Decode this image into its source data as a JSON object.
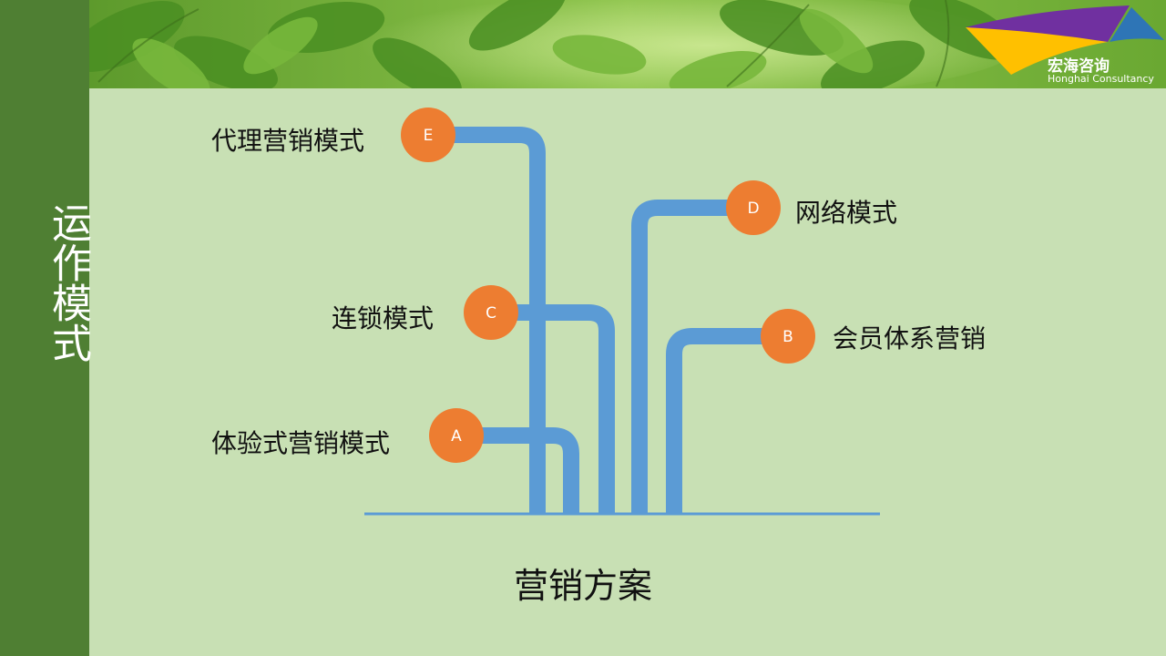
{
  "sidebar": {
    "title": "运作模式"
  },
  "logo": {
    "name": "宏海咨询",
    "tagline": "Honghai Consultancy"
  },
  "diagram": {
    "base_label": "营销方案",
    "branches": [
      {
        "letter": "E",
        "label": "代理营销模式"
      },
      {
        "letter": "D",
        "label": "网络模式"
      },
      {
        "letter": "C",
        "label": "连锁模式"
      },
      {
        "letter": "B",
        "label": "会员体系营销"
      },
      {
        "letter": "A",
        "label": "体验式营销模式"
      }
    ]
  },
  "colors": {
    "sidebar": "#4f7f33",
    "background": "#c8e0b4",
    "pipe": "#5b9bd5",
    "node": "#ed7d31"
  }
}
